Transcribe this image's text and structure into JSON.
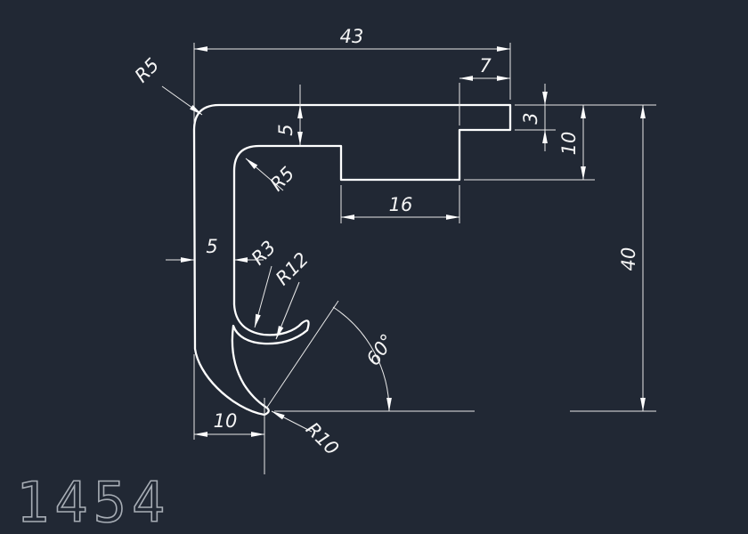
{
  "drawing": {
    "part_number": "1454",
    "colors": {
      "background": "#212834",
      "line": "#ffffff",
      "dimension": "#f5f5f5",
      "title": "#a7adb5"
    },
    "dimensions": {
      "overall_width": "43",
      "tab_width": "7",
      "plate_thickness": "5",
      "tab_thickness": "3",
      "step_depth": "10",
      "notch_width": "16",
      "overall_height": "40",
      "wall_thickness": "5",
      "hook_offset": "10",
      "hook_angle": "60°"
    },
    "radii": {
      "outer_top_corner": "R5",
      "inner_top_corner": "R5",
      "hook_small": "R3",
      "hook_mid": "R12",
      "hook_tip": "R10"
    }
  }
}
